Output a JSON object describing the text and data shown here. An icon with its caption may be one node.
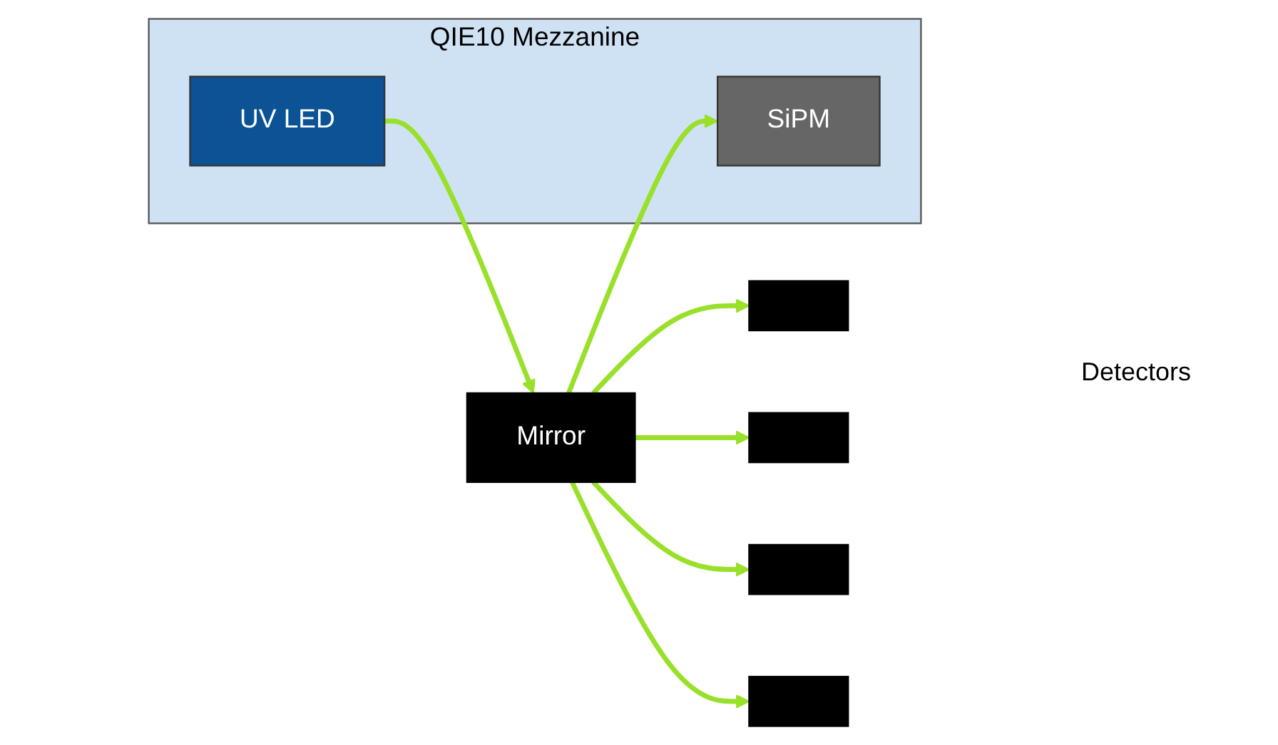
{
  "diagram": {
    "nodes": [
      {
        "text": [
          "Mirror"
        ]
      },
      {
        "text": [],
        "shape": "box"
      },
      {
        "text": [],
        "shape": "box"
      },
      {
        "text": [],
        "shape": "box"
      },
      {
        "text": [],
        "shape": "box"
      },
      {
        "text": [
          "QIE10 Mezzanine"
        ]
      },
      {
        "text": [
          "UV LED"
        ],
        "in": 5
      },
      {
        "text": [
          "SiPM"
        ],
        "in": 5
      }
    ],
    "edges": [
      {
        "from": 0,
        "to": 1,
        "arrow": "to"
      },
      {
        "from": 0,
        "to": 2,
        "arrow": "to"
      },
      {
        "from": 0,
        "to": 3,
        "arrow": "to"
      },
      {
        "from": 0,
        "to": 4,
        "arrow": "to"
      },
      {
        "from": 6,
        "to": 0,
        "arrow": "to"
      },
      {
        "from": 0,
        "to": 7,
        "arrow": "to"
      }
    ],
    "labels": [
      "Detectors"
    ]
  }
}
